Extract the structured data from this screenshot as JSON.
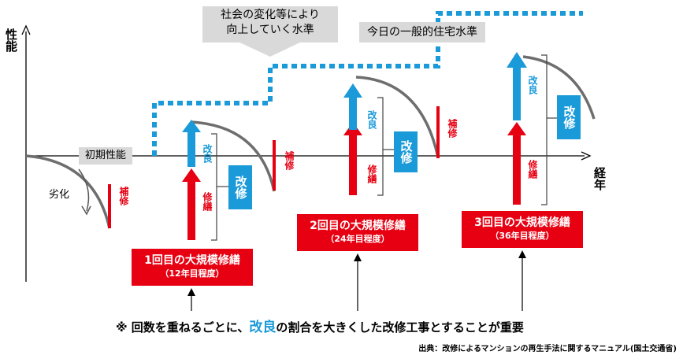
{
  "axes": {
    "y_label": "性能",
    "x_label": "経年"
  },
  "labels": {
    "initial_performance": "初期性能",
    "deterioration": "劣化",
    "society_callout": "社会の変化等により\n向上していく水準",
    "today_level": "今日の一般的住宅水準"
  },
  "small_labels": {
    "repair": "補修",
    "improvement": "改良",
    "renovation": "修繕",
    "kaishu": "改修"
  },
  "major_repairs": [
    {
      "title": "1回目の大規模修繕",
      "sub": "（12年目程度）"
    },
    {
      "title": "2回目の大規模修繕",
      "sub": "（24年目程度）"
    },
    {
      "title": "3回目の大規模修繕",
      "sub": "（36年目程度）"
    }
  ],
  "note": {
    "prefix": "※ 回数を重ねるごとに、",
    "highlight": "改良",
    "suffix": "の割合を大きくした改修工事とすることが重要"
  },
  "source": "出典：改修によるマンションの再生手法に関するマニュアル(国土交通省)",
  "colors": {
    "red": "#e60012",
    "blue": "#1a9ad8",
    "gray_curve": "#6e6e6e",
    "callout_bg": "#d9d9d9"
  }
}
